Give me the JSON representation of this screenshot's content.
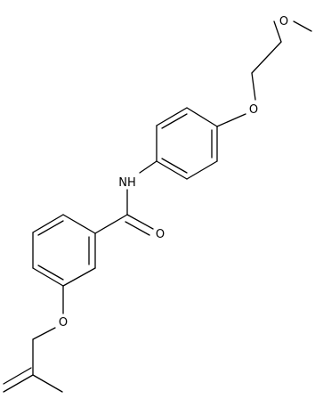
{
  "molecule": {
    "atom_labels": {
      "methoxy_o": "O",
      "ether_o_top": "O",
      "amide_n": "NH",
      "carbonyl_o": "O",
      "ether_o_bottom": "O"
    }
  },
  "colors": {
    "bond": "#000000",
    "background": "#ffffff"
  }
}
